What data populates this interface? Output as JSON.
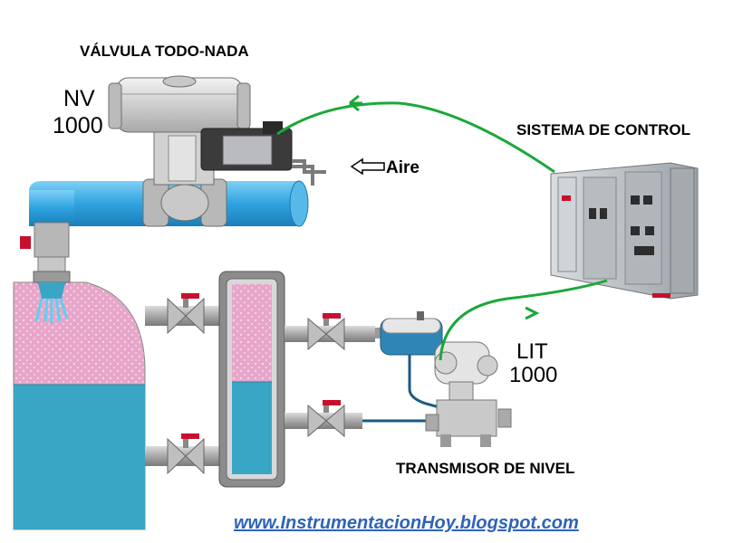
{
  "labels": {
    "valve_title": "VÁLVULA TODO-NADA",
    "valve_tag": "NV",
    "valve_number": "1000",
    "air": "Aire",
    "control_system": "SISTEMA DE CONTROL",
    "transmitter_tag": "LIT",
    "transmitter_number": "1000",
    "transmitter_title": "TRANSMISOR DE NIVEL",
    "website": "www.InstrumentacionHoy.blogspot.com"
  },
  "colors": {
    "signal_line": "#1aa83a",
    "liquid": "#3aa6c6",
    "foam": "#e7a6c9",
    "pipe_blue": "#3aa9e3",
    "link_blue": "#2e63b8"
  },
  "icons": {
    "air_arrow": "left-arrow-outline-icon"
  }
}
